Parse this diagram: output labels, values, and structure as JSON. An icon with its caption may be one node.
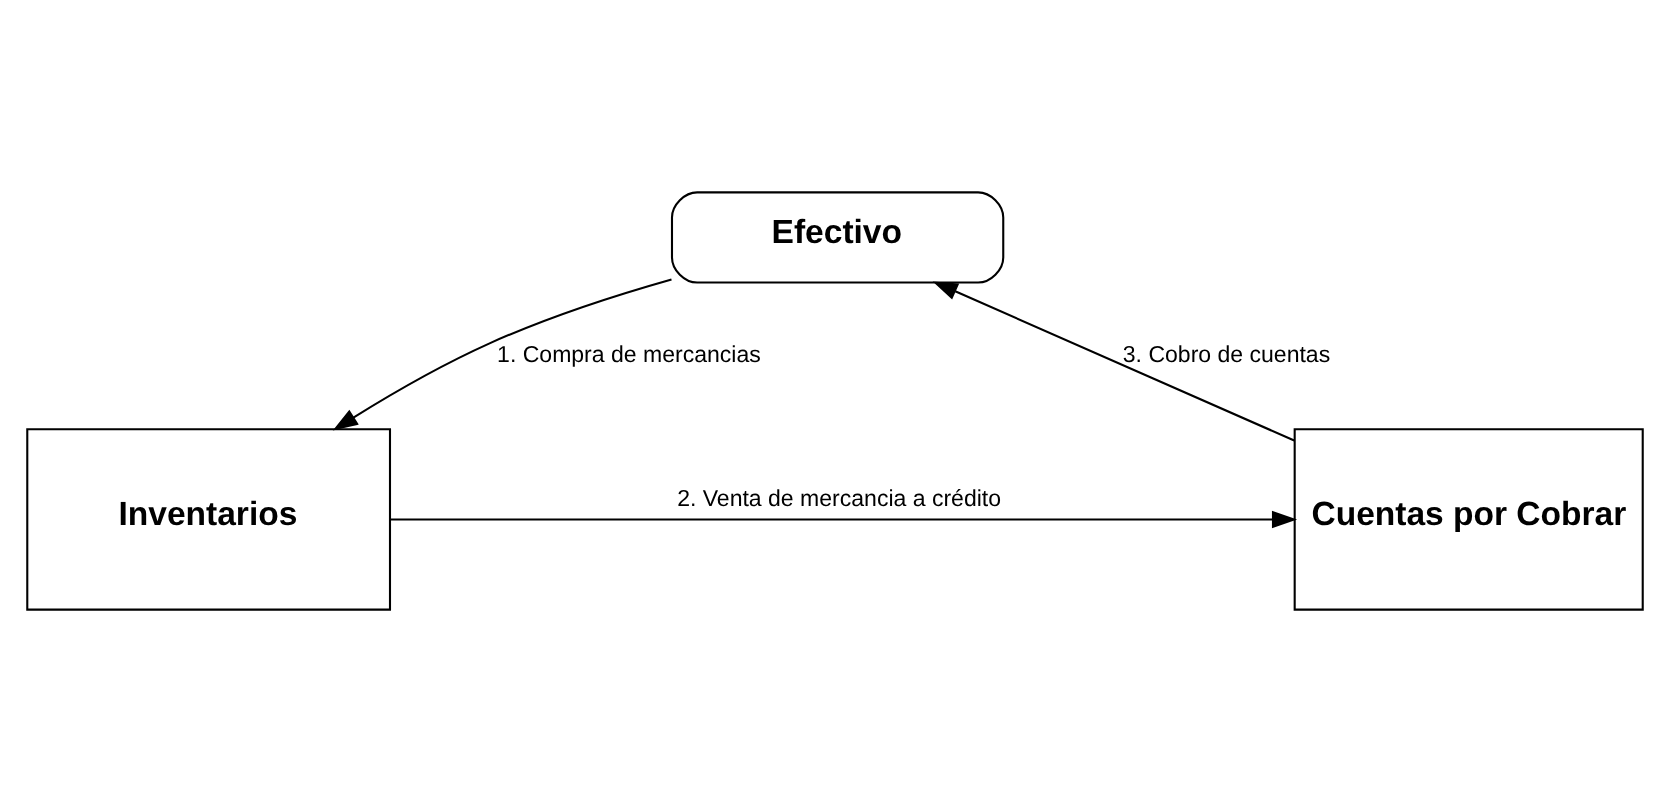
{
  "diagram": {
    "nodes": [
      {
        "text": [
          "Efectivo"
        ]
      },
      {
        "text": [
          "Inventarios"
        ]
      },
      {
        "text": [
          "Cuentas por Cobrar"
        ]
      }
    ],
    "edges": [
      {
        "from": 0,
        "to": 1,
        "arrow": "to",
        "label": "1. Compra de mercancias"
      },
      {
        "from": 1,
        "to": 2,
        "arrow": "to",
        "label": "2. Venta de mercancia a crédito"
      },
      {
        "from": 2,
        "to": 0,
        "arrow": "to",
        "label": "3. Cobro de cuentas"
      }
    ]
  }
}
